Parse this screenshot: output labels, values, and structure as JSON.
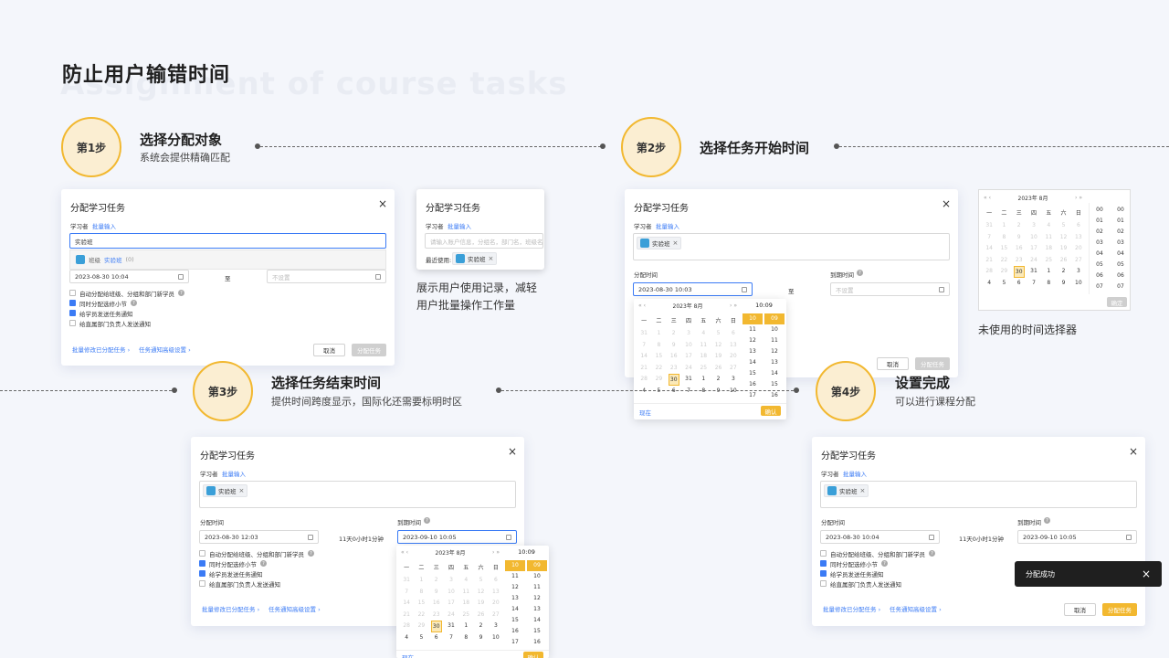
{
  "page": {
    "title": "防止用户输错时间",
    "ghost": "Assignment of course tasks"
  },
  "steps": [
    {
      "badge": "第1步",
      "title": "选择分配对象",
      "subtitle": "系统会提供精确匹配"
    },
    {
      "badge": "第2步",
      "title": "选择任务开始时间",
      "subtitle": ""
    },
    {
      "badge": "第3步",
      "title": "选择任务结束时间",
      "subtitle": "提供时间跨度显示，国际化还需要标明时区"
    },
    {
      "badge": "第4步",
      "title": "设置完成",
      "subtitle": "可以进行课程分配"
    }
  ],
  "notes": {
    "history": "展示用户使用记录，减轻用户批量操作工作量",
    "unused": "未使用的时间选择器"
  },
  "dialog": {
    "title": "分配学习任务",
    "close": "×",
    "learner": "学习者",
    "batch": "批量输入",
    "assign_time": "分配时间",
    "due_time": "到期时间",
    "to": "至",
    "not_set": "不设置",
    "cancel": "取消",
    "submit": "分配任务",
    "batch_edit": "批量修改已分配任务 ›",
    "notify_adv": "任务通知高级设置 ›",
    "tag": "实验班",
    "tag_x": "×"
  },
  "options": [
    "自动分配给班级、分组和部门新学员",
    "同时分配选修小节",
    "给学员发送任务通知",
    "给直属部门负责人发送通知"
  ],
  "step1": {
    "typed": "实验班",
    "suggest_prefix": "班级",
    "suggest_match": "实验班",
    "suggest_count": "(0)",
    "start": "2023-08-30 10:04",
    "help": "?"
  },
  "history": {
    "placeholder": "请输入账户信息，分组名，部门名，班级名称或",
    "recent": "最近使用:"
  },
  "step2": {
    "start": "2023-08-30 10:03"
  },
  "calendar": {
    "month": "2023年  8月",
    "time": "10:09",
    "weekdays": [
      "一",
      "二",
      "三",
      "四",
      "五",
      "六",
      "日"
    ],
    "rows": [
      [
        "31",
        "1",
        "2",
        "3",
        "4",
        "5",
        "6"
      ],
      [
        "7",
        "8",
        "9",
        "10",
        "11",
        "12",
        "13"
      ],
      [
        "14",
        "15",
        "16",
        "17",
        "18",
        "19",
        "20"
      ],
      [
        "21",
        "22",
        "23",
        "24",
        "25",
        "26",
        "27"
      ],
      [
        "28",
        "29",
        "30",
        "31",
        "1",
        "2",
        "3"
      ],
      [
        "4",
        "5",
        "6",
        "7",
        "8",
        "9",
        "10"
      ]
    ],
    "hours": [
      "10",
      "11",
      "12",
      "13",
      "14",
      "15",
      "16",
      "17"
    ],
    "minutes": [
      "09",
      "10",
      "11",
      "12",
      "13",
      "14",
      "15",
      "16"
    ],
    "now": "现在",
    "ok": "确认",
    "nav_prev2": "«",
    "nav_prev": "‹",
    "nav_next": "›",
    "nav_next2": "»"
  },
  "unused_picker": {
    "month": "2023年  8月",
    "confirm": "确定",
    "col1": [
      "00",
      "01",
      "02",
      "03",
      "04",
      "05",
      "06",
      "07"
    ],
    "col2": [
      "00",
      "01",
      "02",
      "03",
      "04",
      "05",
      "06",
      "07"
    ]
  },
  "step3": {
    "start": "2023-08-30 12:03",
    "span": "11天0小时1分钟",
    "due": "2023-09-10 10:05"
  },
  "step4": {
    "start": "2023-08-30 10:04",
    "span": "11天0小时1分钟",
    "due": "2023-09-10 10:05",
    "toast": "分配成功",
    "toast_x": "×"
  },
  "colors": {
    "accent": "#f2b830",
    "link": "#3b7bf5",
    "toast": "#1f1f1f"
  }
}
